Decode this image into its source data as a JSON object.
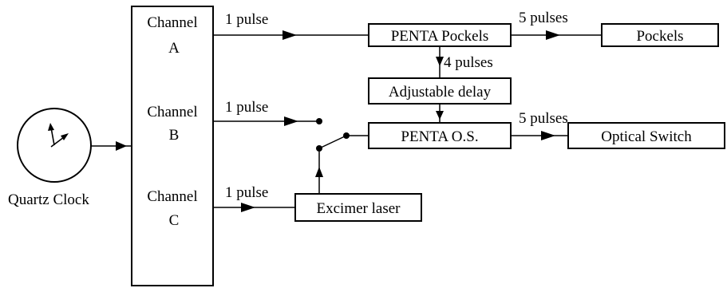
{
  "clock": {
    "label": "Quartz Clock",
    "icon": "clock-icon"
  },
  "channels": [
    {
      "title": "Channel",
      "letter": "A",
      "pulse_label": "1 pulse"
    },
    {
      "title": "Channel",
      "letter": "B",
      "pulse_label": "1 pulse"
    },
    {
      "title": "Channel",
      "letter": "C",
      "pulse_label": "1 pulse"
    }
  ],
  "boxes": {
    "penta_pockels": "PENTA Pockels",
    "pockels": "Pockels",
    "adjustable_delay": "Adjustable delay",
    "penta_os": "PENTA O.S.",
    "optical_switch": "Optical Switch",
    "excimer_laser": "Excimer laser"
  },
  "edge_labels": {
    "to_pockels": "5 pulses",
    "to_delay": "4 pulses",
    "to_optical_switch": "5 pulses"
  }
}
